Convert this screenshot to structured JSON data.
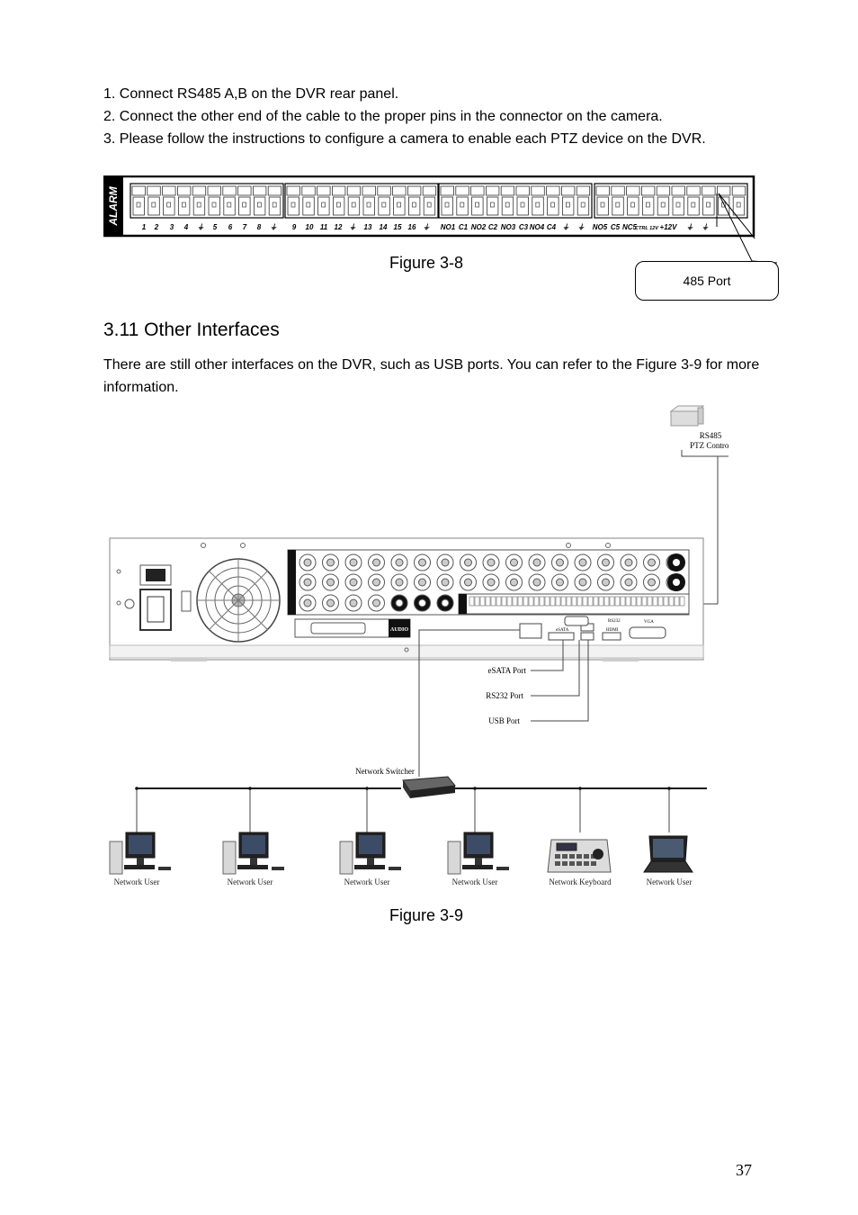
{
  "steps": [
    "1. Connect RS485 A,B  on the DVR rear panel.",
    "2. Connect the other end of the cable to the proper pins in the connector on the camera.",
    "3. Please follow the instructions to configure a camera to enable each PTZ device on the DVR."
  ],
  "figure_3_8": {
    "caption": "Figure 3-8",
    "panel_label": "ALARM",
    "terminal_labels": [
      "1",
      "2",
      "3",
      "4",
      "⏚",
      "5",
      "6",
      "7",
      "8",
      "⏚",
      "9",
      "10",
      "11",
      "12",
      "⏚",
      "13",
      "14",
      "15",
      "16",
      "⏚",
      "NO1",
      "C1",
      "NO2",
      "C2",
      "NO3",
      "C3",
      "NO4",
      "C4",
      "⏚",
      "⏚",
      "NO5",
      "C5",
      "NC5",
      "CTRL 12V",
      "+12V",
      "⏚",
      "⏚"
    ],
    "callout": "485 Port"
  },
  "section": {
    "number": "3.11",
    "title": "Other Interfaces",
    "body": "There are still other interfaces on the DVR, such as USB ports. You can refer to the Figure 3-9 for more information."
  },
  "figure_3_9": {
    "caption": "Figure 3-9",
    "rs485_label_line1": "RS485",
    "rs485_label_line2": "PTZ Control",
    "esata_port": "eSATA Port",
    "rs232_port": "RS232 Port",
    "usb_port": "USB Port",
    "network_switcher": "Network Switcher",
    "panel_texts": {
      "audio": "AUDIO",
      "esata": "eSATA",
      "hdmi": "HDMI",
      "rs232": "RS232",
      "vga": "VGA"
    },
    "devices": [
      "Network User",
      "Network User",
      "Network User",
      "Network User",
      "Network Keyboard",
      "Network User"
    ]
  },
  "page_number": "37"
}
